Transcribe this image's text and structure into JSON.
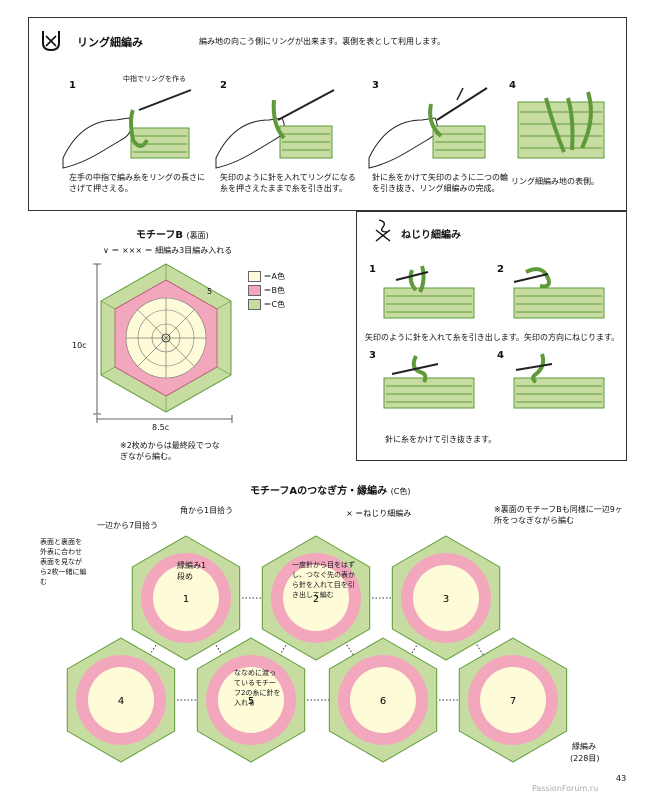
{
  "page_number": "43",
  "watermark": "PassionForum.ru",
  "ring": {
    "title": "リング細編み",
    "description": "編み地の向こう側にリングが出来ます。裏側を表として利用します。",
    "step_numbers": [
      "1",
      "2",
      "3",
      "4"
    ],
    "callout_step1": "中指でリングを作る",
    "captions": [
      "左手の中指で編み糸をリングの長さにさげて押さえる。",
      "矢印のように針を入れてリングになる糸を押さえたままで糸を引き出す。",
      "針に糸をかけて矢印のように二つの輪を引き抜き、リング細編みの完成。",
      "リング細編み地の表側。"
    ]
  },
  "motif_b": {
    "title": "モチーフB",
    "title_sub": "(裏面)",
    "symbol_note": "＝ 細編み3目編み入れる",
    "height_label": "10c",
    "width_label": "8.5c",
    "round_label": "5",
    "note": "※2枚めからは最終段でつなぎながら編む。",
    "legend": [
      {
        "label": "＝A色",
        "color": "#fdfbd8"
      },
      {
        "label": "＝B色",
        "color": "#f2a7bd"
      },
      {
        "label": "＝C色",
        "color": "#c6dca0"
      }
    ]
  },
  "nejiri": {
    "title": "ねじり細編み",
    "step_numbers": [
      "1",
      "2",
      "3",
      "4"
    ],
    "caption_top": "矢印のように針を入れて糸を引き出します。矢印の方向にねじります。",
    "caption_bottom": "針に糸をかけて引き抜きます。"
  },
  "joining": {
    "title": "モチーフAのつなぎ方・縁編み",
    "title_sub": "(C色)",
    "symbol_note": "＝ねじり細編み",
    "label_corner": "角から1目拾う",
    "label_side": "一辺から7目拾う",
    "label_front_back": "表面と裏面を外表に合わせ表面を見ながら2枚一緒に編む",
    "label_first_round": "縁編み1段め",
    "label_join": "一度針から目をはずし、つなぐ先の表から針を入れて目を引き出して編む",
    "label_diagonal": "ななめに渡っているモチーフ2の糸に針を入れる",
    "label_back_b": "※裏面のモチーフBも同様に一辺9ヶ所をつなぎながら編む",
    "label_edging": "縁編み",
    "label_edging_count": "(228目)",
    "motif_numbers": [
      "1",
      "2",
      "3",
      "4",
      "5",
      "6",
      "7"
    ]
  },
  "colors": {
    "green": "#c6dca0",
    "green_dark": "#5f9a3a",
    "pink": "#f2a7bd",
    "cream": "#fdfbd8",
    "line": "#444444"
  }
}
